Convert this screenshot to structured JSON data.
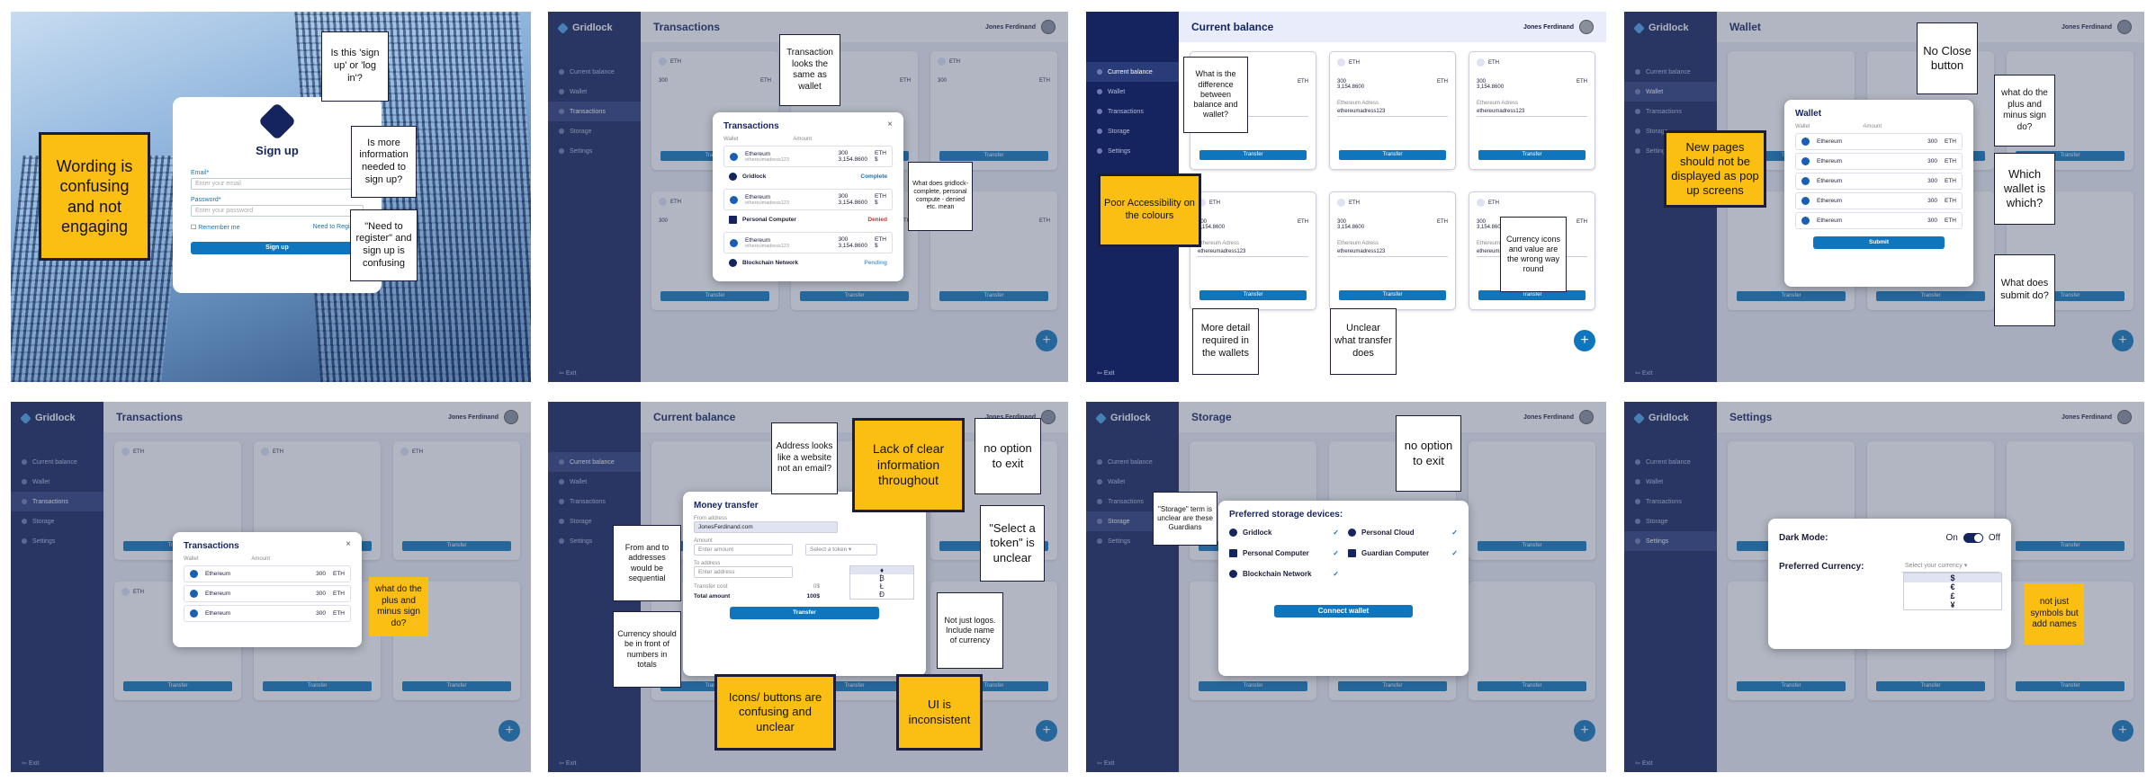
{
  "app": {
    "name": "Gridlock",
    "user": "Jones Ferdinand",
    "exit": "Exit",
    "fab": "+"
  },
  "sidebar_items": [
    "Current balance",
    "Wallet",
    "Transactions",
    "Storage",
    "Settings"
  ],
  "card": {
    "coin": "ETH",
    "coin_name": "Ethereum",
    "amount": "300",
    "unit": "ETH",
    "usd": "3,154.8600",
    "dollar": "$",
    "addr_label": "Ethereum Adress",
    "addr": "ethereumadress123",
    "button": "Transfer"
  },
  "panel1": {
    "title": "Sign up",
    "email_label": "Email*",
    "email_placeholder": "Enter your email",
    "password_label": "Password*",
    "password_placeholder": "Enter your password",
    "remember": "Remember me",
    "need_register": "Need to Register?",
    "button": "Sign up",
    "notes": [
      "Wording is confusing and not engaging",
      "Is this 'sign up' or 'log in'?",
      "Is more information needed to sign up?",
      "\"Need to register\" and sign up is confusing"
    ]
  },
  "panel2": {
    "page_title": "Transactions",
    "modal_title": "Transactions",
    "col_wallet": "Wallet",
    "col_amount": "Amount",
    "close": "×",
    "rows": [
      {
        "name": "Ethereum",
        "addr": "ethereumadress123",
        "amount": "300",
        "usd": "3,154.8600",
        "unit": "ETH",
        "dollar": "$",
        "sub": "Gridlock",
        "status": "Complete",
        "color": "#0f75bc"
      },
      {
        "name": "Ethereum",
        "addr": "ethereumadress123",
        "amount": "300",
        "usd": "3,154.8600",
        "unit": "ETH",
        "dollar": "$",
        "sub": "Personal Computer",
        "status": "Denied",
        "color": "#d32f2f"
      },
      {
        "name": "Ethereum",
        "addr": "ethereumadress123",
        "amount": "300",
        "usd": "3,154.8600",
        "unit": "ETH",
        "dollar": "$",
        "sub": "Blockchain Network",
        "status": "Pending",
        "color": "#4aa3e6"
      }
    ],
    "notes": [
      "Transaction looks the same as wallet",
      "What does gridlock-complete, personal compute - denied etc. mean"
    ]
  },
  "panel3": {
    "page_title": "Current balance",
    "notes": [
      "What is the difference between balance and wallet?",
      "Poor Accessibility on the colours",
      "More detail required in the wallets",
      "Unclear what transfer does",
      "Currency icons and value are the wrong way round"
    ]
  },
  "panel4": {
    "page_title": "Wallet",
    "modal_title": "Wallet",
    "col_wallet": "Wallet",
    "col_amount": "Amount",
    "button": "Submit",
    "rows_count_label": [
      "Ethereum",
      "Ethereum",
      "Ethereum",
      "Ethereum",
      "Ethereum"
    ],
    "notes": [
      "No Close button",
      "what do the plus and minus sign do?",
      "New pages should not be displayed as pop up screens",
      "Which wallet is which?",
      "What does submit do?"
    ]
  },
  "panel5": {
    "page_title": "Transactions",
    "modal_title": "Transactions",
    "col_wallet": "Wallet",
    "col_amount": "Amount",
    "close": "×",
    "notes": [
      "what do the plus and minus sign do?"
    ]
  },
  "panel6": {
    "page_title": "Current balance",
    "modal_title": "Money transfer",
    "from_label": "From address",
    "from_value": "JonesFerdinand.com",
    "amount_label": "Amount",
    "amount_placeholder": "Enter amount",
    "to_label": "To address",
    "to_placeholder": "Enter address",
    "select_token": "Select a token",
    "tokens": [
      "♦",
      "₿",
      "Ł",
      "Ð"
    ],
    "fee_label": "Transfer cost",
    "fee_value": "0$",
    "total_label": "Total amount",
    "total_value": "100$",
    "button": "Transfer",
    "notes": [
      "Address looks like a website not an email?",
      "Lack of clear information throughout",
      "no option to exit",
      "\"Select a token\" is unclear",
      "From and to addresses would be sequential",
      "Currency should be in front of numbers in totals",
      "Not just logos. Include name of currency",
      "Icons/ buttons are confusing and unclear",
      "UI is inconsistent"
    ]
  },
  "panel7": {
    "page_title": "Storage",
    "modal_title": "Preferred storage devices:",
    "devices": [
      "Gridlock",
      "Personal Cloud",
      "Personal Computer",
      "Guardian Computer",
      "Blockchain Network"
    ],
    "check": "✓",
    "button": "Connect wallet",
    "notes": [
      "no option to exit",
      "\"Storage\" term is unclear are these Guardians"
    ]
  },
  "panel8": {
    "page_title": "Settings",
    "dark_mode": "Dark Mode:",
    "on": "On",
    "off": "Off",
    "currency_label": "Preferred Currency:",
    "currency_placeholder": "Select your currency",
    "currencies": [
      "$",
      "€",
      "£",
      "¥"
    ],
    "notes": [
      "not just symbols but add names"
    ]
  },
  "colors": {
    "navy": "#15245e",
    "accent": "#0f75bc",
    "note_yellow": "#fbbf14"
  }
}
